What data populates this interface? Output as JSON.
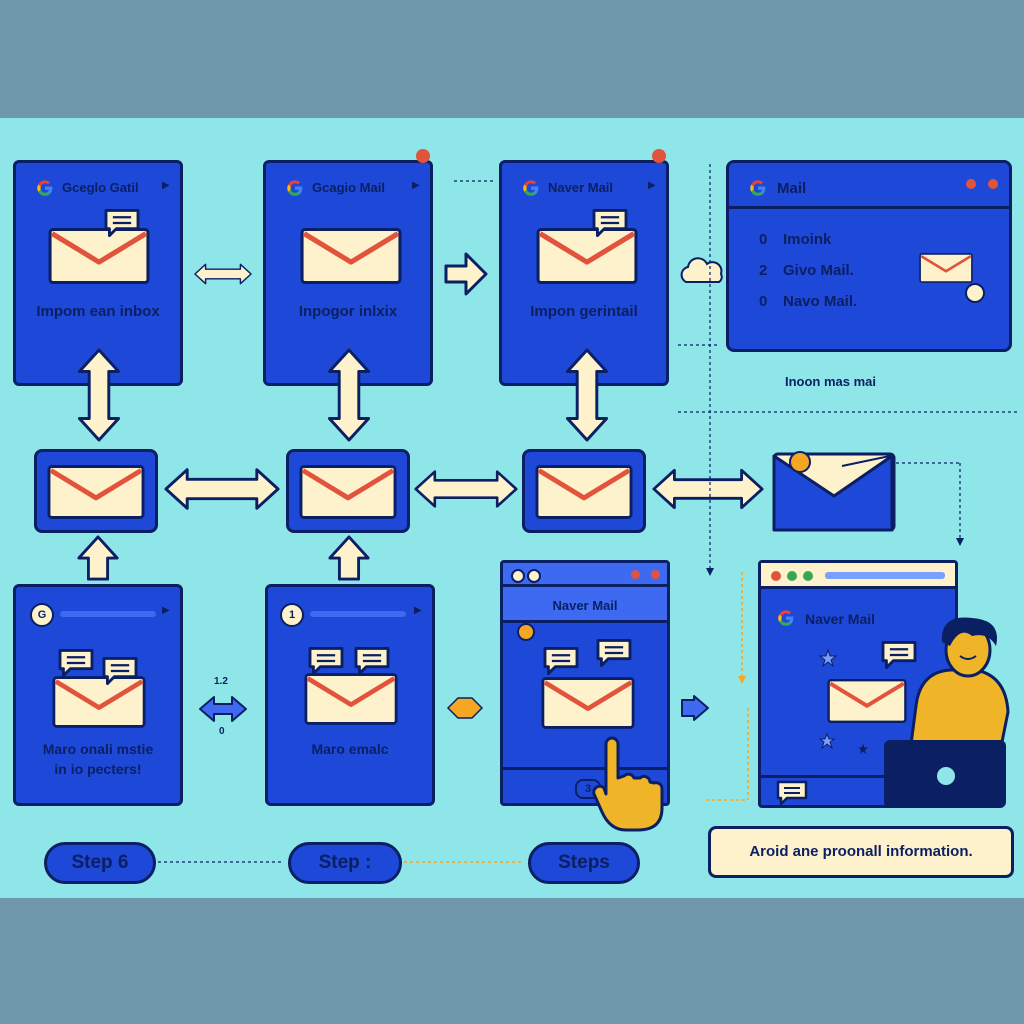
{
  "cards_top": [
    {
      "title": "Gceglo Gatil",
      "caption": "Impom ean inbox"
    },
    {
      "title": "Gcagio Mail",
      "caption": "Inpogor inlxix"
    },
    {
      "title": "Naver Mail",
      "caption": "Impon gerintail"
    }
  ],
  "mail_panel": {
    "title": "Mail",
    "rows": [
      {
        "num": "0",
        "label": "Imoink"
      },
      {
        "num": "2",
        "label": "Givo Mail."
      },
      {
        "num": "0",
        "label": "Navo Mail."
      }
    ],
    "note": "Inoon mas mai"
  },
  "cards_bottom": [
    {
      "badge": "G",
      "caption_line1": "Maro onali mstie",
      "caption_line2": "in io pecters!"
    },
    {
      "badge": "1",
      "caption_line1": "Maro emalc",
      "caption_line2": ""
    }
  ],
  "browser_small": {
    "title": "Naver Mail",
    "badge": "3"
  },
  "browser_large": {
    "title": "Naver Mail"
  },
  "small_labels": {
    "left_top": "1.2",
    "left_bottom": "0"
  },
  "steps": [
    "Step 6",
    "Step :",
    "Steps"
  ],
  "note": "Aroid ane proonall information.",
  "colors": {
    "background": "#8fe6e8",
    "band": "#6f98ad",
    "card": "#1e49d8",
    "outline": "#0b1f63",
    "envelope": "#fdf2cc",
    "envelope_flap": "#e2533b",
    "arrow_fill": "#fdf2cc",
    "accent_orange": "#f5a623",
    "person_shirt": "#f0b429"
  },
  "icons": [
    "google-g-icon",
    "envelope-icon",
    "chat-bubble-icon",
    "double-arrow-icon",
    "hand-pointer-icon",
    "star-icon",
    "cloud-icon",
    "laptop-icon"
  ]
}
